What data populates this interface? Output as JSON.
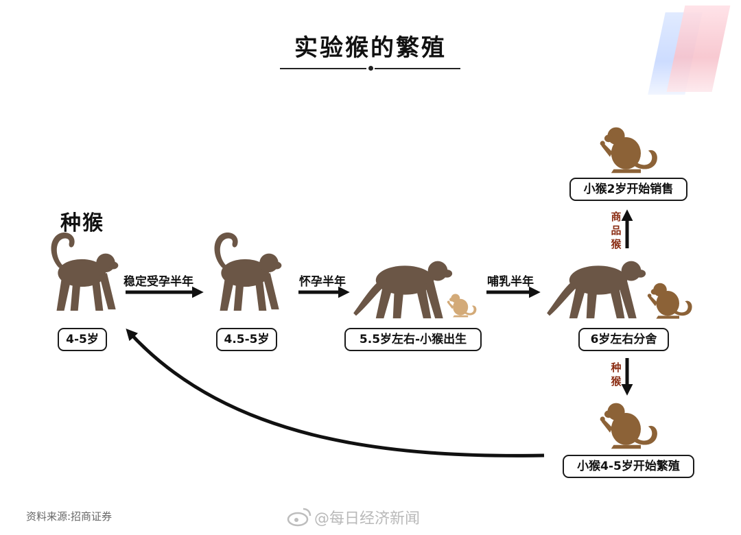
{
  "title": "实验猴的繁殖",
  "founder_label": "种猴",
  "stages": [
    {
      "label": "4-5岁"
    },
    {
      "label": "4.5-5岁"
    },
    {
      "label": "5.5岁左右-小猴出生"
    },
    {
      "label": "6岁左右分舍"
    }
  ],
  "transitions": [
    {
      "label": "稳定受孕半年"
    },
    {
      "label": "怀孕半年"
    },
    {
      "label": "哺乳半年"
    }
  ],
  "branches": {
    "sale": {
      "label": "小猴2岁开始销售",
      "arrow_label": "商品猴"
    },
    "breed": {
      "label": "小猴4-5岁开始繁殖",
      "arrow_label": "种猴"
    }
  },
  "source": "资料来源:招商证券",
  "watermark": "@每日经济新闻",
  "colors": {
    "monkey": "#6b5646",
    "baby": "#d3aa78",
    "young": "#8c6237",
    "ink": "#111111",
    "vertical_label": "#8b2e14"
  }
}
